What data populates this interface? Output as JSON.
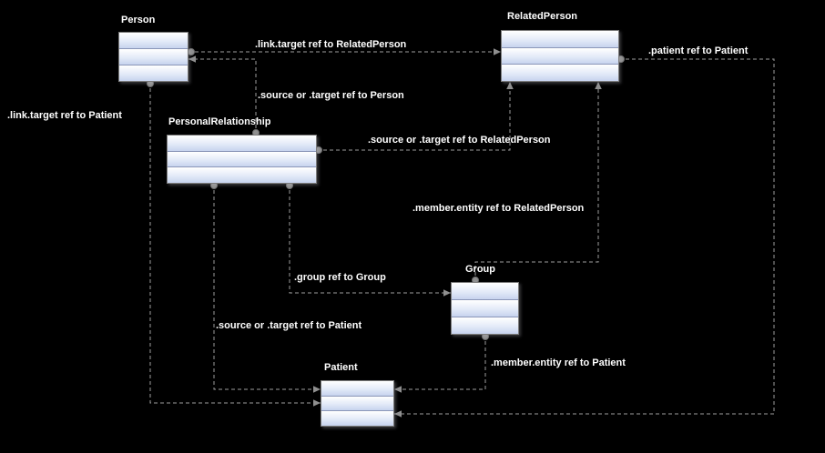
{
  "diagram": {
    "nodes": [
      {
        "name": "Person"
      },
      {
        "name": "RelatedPerson"
      },
      {
        "name": "PersonalRelationship"
      },
      {
        "name": "Group"
      },
      {
        "name": "Patient"
      }
    ],
    "edges": [
      {
        "label": ".link.target ref to RelatedPerson",
        "from": "Person",
        "to": "RelatedPerson"
      },
      {
        "label": ".source or .target ref to Person",
        "from": "PersonalRelationship",
        "to": "Person"
      },
      {
        "label": ".source or .target ref to RelatedPerson",
        "from": "PersonalRelationship",
        "to": "RelatedPerson"
      },
      {
        "label": ".member.entity ref to RelatedPerson",
        "from": "Group",
        "to": "RelatedPerson"
      },
      {
        "label": ".group ref to Group",
        "from": "PersonalRelationship",
        "to": "Group"
      },
      {
        "label": ".source or .target ref to Patient",
        "from": "PersonalRelationship",
        "to": "Patient"
      },
      {
        "label": ".member.entity ref to Patient",
        "from": "Group",
        "to": "Patient"
      },
      {
        "label": ".patient ref to Patient",
        "from": "RelatedPerson",
        "to": "Patient"
      },
      {
        "label": ".link.target ref to Patient",
        "from": "Person",
        "to": "Patient"
      }
    ],
    "colors": {
      "background": "#000000",
      "node_border": "#7b7b7b",
      "node_fill_bottom": "#c7d3ee",
      "edge_line": "#9e9e9e",
      "edge_marker": "#8f8f8f",
      "label_text": "#ffffff"
    }
  }
}
